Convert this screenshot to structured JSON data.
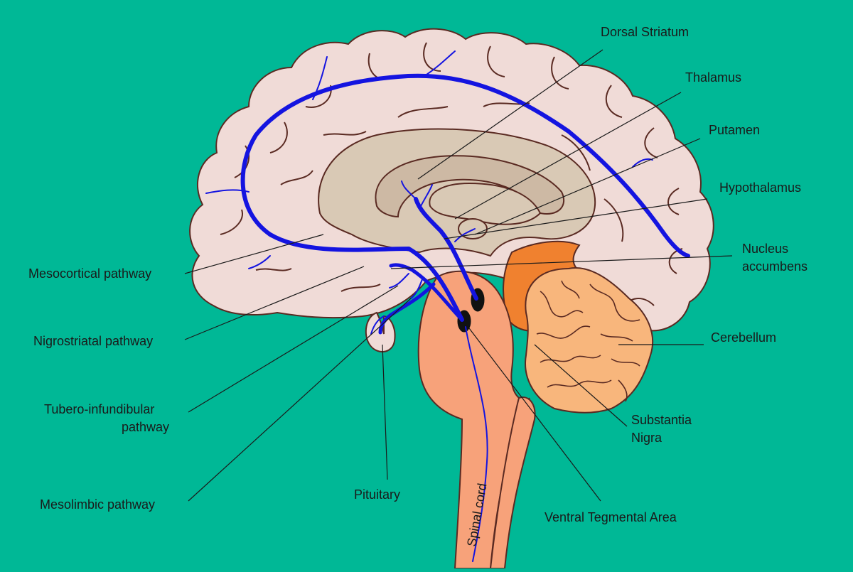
{
  "colors": {
    "background": "#00b896",
    "cortex": "#f0dbd7",
    "inner_brain": "#d9c9b5",
    "brainstem": "#f7a27a",
    "cerebellum": "#f8b67c",
    "nucleus_accumbens_region": "#f0812f",
    "pathway": "#1414e0",
    "outline": "#5a2a22"
  },
  "labels": {
    "dorsal_striatum": "Dorsal Striatum",
    "thalamus": "Thalamus",
    "putamen": "Putamen",
    "hypothalamus": "Hypothalamus",
    "nucleus_accumbens_1": "Nucleus",
    "nucleus_accumbens_2": "accumbens",
    "cerebellum": "Cerebellum",
    "substantia_nigra_1": "Substantia",
    "substantia_nigra_2": "Nigra",
    "ventral_tegmental_area": "Ventral Tegmental Area",
    "pituitary": "Pituitary",
    "spinal_cord": "Spinal cord",
    "mesocortical": "Mesocortical pathway",
    "nigrostriatal": "Nigrostriatal pathway",
    "tubero_1": "Tubero-infundibular",
    "tubero_2": "pathway",
    "mesolimbic": "Mesolimbic pathway"
  }
}
